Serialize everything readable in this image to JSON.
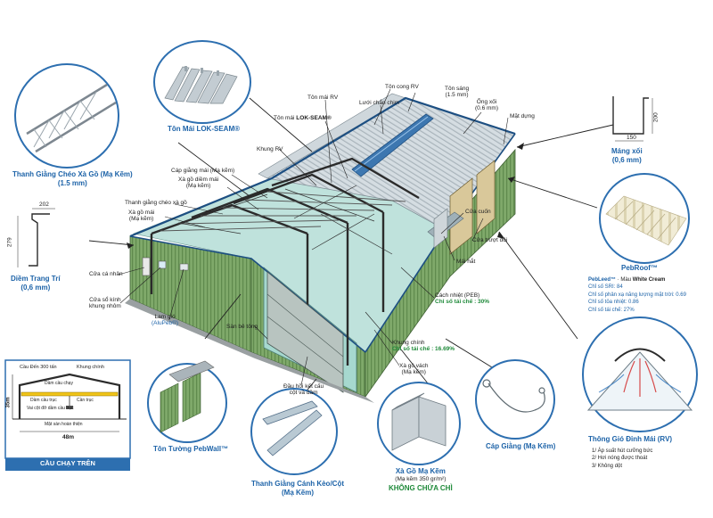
{
  "panels": {
    "lokseam_title": "Tôn Mái LOK-SEAM®",
    "thanh_giang_title": "Thanh Giằng Chéo Xà Gồ (Mạ Kẽm)",
    "thanh_giang_sub": "(1.5 mm)",
    "diem_trang_tri_title": "Diềm Trang Trí",
    "diem_trang_tri_sub": "(0,6 mm)",
    "diem_dim_w": "202",
    "diem_dim_h": "279",
    "mang_xoi_title": "Máng xối",
    "mang_xoi_sub": "(0,6 mm)",
    "mang_dim_w": "150",
    "mang_dim_h": "200",
    "pebroof_title": "PebRoof™",
    "pebleed_brand": "PebLeed™",
    "pebleed_color_label": "· Màu",
    "pebleed_color": "White Cream",
    "pebleed_lines": [
      "Chỉ số SRI: 84",
      "Chỉ số phản xạ năng lượng mặt trời: 0.69",
      "Chỉ số tỏa nhiệt: 0.86",
      "Chỉ số tái chế: 27%"
    ],
    "thong_gio_title": "Thông Gió Đỉnh Mái (RV)",
    "thong_gio_notes": [
      "1/ Áp suất hút cưỡng bức",
      "2/ Hơi nóng được thoát",
      "3/ Không dột"
    ],
    "cap_giang_title": "Cáp Giằng (Mạ Kẽm)",
    "xa_go_title": "Xà Gồ Mạ Kẽm",
    "xa_go_sub": "(Mạ kẽm 350 gr/m²)",
    "xa_go_no_lead": "KHÔNG CHỨA CHÌ",
    "thanh_giang_canh_title": "Thanh Giằng Cánh Kèo/Cột",
    "thanh_giang_canh_sub": "(Mạ Kẽm)",
    "pebwall_title": "Tôn Tường PebWall™",
    "cau_chay_title": "CẦU CHẠY TRÊN"
  },
  "crane": {
    "load": "Cầu Đến 300 tấn",
    "khung_chinh": "Khung chính",
    "dam_cau_chay": "Dầm cầu chạy",
    "dam_cau_truc": "Dầm cầu trục",
    "cau_truc": "Cần trục",
    "vai_cot": "Vai cột đỡ dầm cầu trục",
    "mat_san": "Mặt sàn hoàn thiện",
    "height": "35m",
    "span": "48m"
  },
  "labels": {
    "ton_mai_rv": "Tôn mái RV",
    "ton_cong_rv": "Tôn cong RV",
    "ton_sang": "Tôn sáng",
    "ton_sang_sub": "(1.5 mm)",
    "luoi_chan_chim": "Lưới chắn chim",
    "ton_mai_lokseam": "Tôn mái",
    "ton_mai_lokseam_brand": "LOK-SEAM®",
    "ong_xoi": "Ống xối",
    "ong_xoi_sub": "(0.6 mm)",
    "mat_dung": "Mặt dựng",
    "khung_rv": "Khung RV",
    "cap_giang_mai": "Cáp giằng mái (Mạ kẽm)",
    "xa_go_diem_mai": "Xà gồ diềm mái",
    "xa_go_diem_mai_sub": "(Mạ kẽm)",
    "thanh_giang_cheo": "Thanh giằng chéo xà gồ",
    "xa_go_mai": "Xà gồ mái",
    "xa_go_mai_sub": "(Mạ kẽm)",
    "cua_ca_nhan": "Cửa cá nhân",
    "cua_so_kinh": "Cửa sổ kính",
    "cua_so_kinh_sub": "khung nhôm",
    "lam_gio": "Lam gió",
    "lam_gio_sub": "(AluPeb®)",
    "san_be_tong": "Sàn bê tông",
    "dau_hoi_ket": "Đầu hồi kết cấu",
    "dau_hoi_ket_sub": "cột và dầm",
    "cua_cuon": "Cửa cuốn",
    "cua_truot_doi": "Cửa trượt đôi",
    "mai_hat": "Mái hắt",
    "cach_nhiet": "Cách nhiệt (PEB)",
    "cach_nhiet_recycle": "Chỉ số tái chế : 30%",
    "khung_chinh": "Khung chính",
    "khung_chinh_recycle": "Chỉ số tái chế : 16.69%",
    "xa_go_vach": "Xà gồ vách",
    "xa_go_vach_sub": "(Mạ kẽm)"
  },
  "colors": {
    "accent_blue": "#1d63a8",
    "wall_green": "#7fa96a",
    "roof_gray": "#c9d2d8",
    "glass_teal": "#bfe2dc",
    "frame_dark": "#2b2b2b",
    "recycle_green": "#1f8a3a"
  }
}
